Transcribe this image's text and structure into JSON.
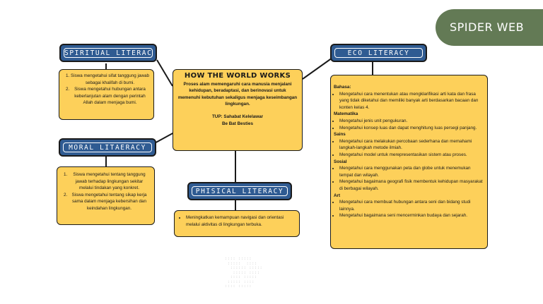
{
  "badge": {
    "label": "SPIDER WEB",
    "color": "#637a55"
  },
  "center": {
    "title": "HOW THE WORLD WORKS",
    "description": "Proses alam memengaruhi cara manusia menjalani kehidupan, beradaptasi, dan berinovasi untuk memenuhi kebutuhan sekaligus menjaga keseimbangan lingkungan.",
    "tup_line": "TUP: Sahabat Kelelawar",
    "tup_line2": "Be Bat Besties"
  },
  "spiritual": {
    "title": "SPIRITUAL LITERACY",
    "items": [
      "Siswa mengetahui sifat tanggung jawab sebagai khalifah di bumi.",
      "Siswa mengetahui hubungan antara keberlanjutan alam dengan perintah Allah dalam menjaga bumi."
    ]
  },
  "moral": {
    "title": "MORAL LITAERACY",
    "items": [
      "Siswa mengetahui tentang tanggung jawab terhadap lingkungan sekitar melalui tindakan yang konkret.",
      "Siswa mengetahui tentang sikap kerja sama dalam menjaga kebersihan dan keindahan lingkungan."
    ]
  },
  "physical": {
    "title": "PHISICAL LITERACY",
    "items": [
      "Meningkatkan kemampuan navigasi dan orientasi melalui aktivitas di lingkungan terbuka."
    ]
  },
  "eco": {
    "title": "ECO LITERACY",
    "sections": [
      {
        "heading": "Bahasa:",
        "items": [
          "Mengetahui cara menentukan atau mengklarifikasi arti kata dan frasa yang tidak diketahui dan memiliki banyak arti berdasarkan bacaan dan konten kelas 4."
        ]
      },
      {
        "heading": "Matematika",
        "items": [
          "Mengetahui jenis unit pengukuran.",
          "Mengetahui konsep luas dan dapat menghitung luas persegi panjang."
        ]
      },
      {
        "heading": "Sains",
        "items": [
          "Mengetahui cara melakukan percobaan sederhana dan memahami langkah-langkah metode ilmiah.",
          "Mengetahui model untuk merepresentasikan sistem atau proses."
        ]
      },
      {
        "heading": "Sosial",
        "items": [
          "Mengetahui cara menggunakan peta dan globe untuk menemukan tempat dan wilayah.",
          "Mengetahui bagaimana geografi fisik membentuk kehidupan masyarakat di berbagai wilayah."
        ]
      },
      {
        "heading": "Art",
        "items": [
          "Mengetahui cara membuat hubungan antara seni dan bidang studi lainnya.",
          "Mengetahui bagaimana seni mencerminkan budaya dan sejarah."
        ]
      }
    ]
  },
  "colors": {
    "card": "#fdd05a",
    "pill": "#2f5b92",
    "line": "#1a1a1a"
  }
}
